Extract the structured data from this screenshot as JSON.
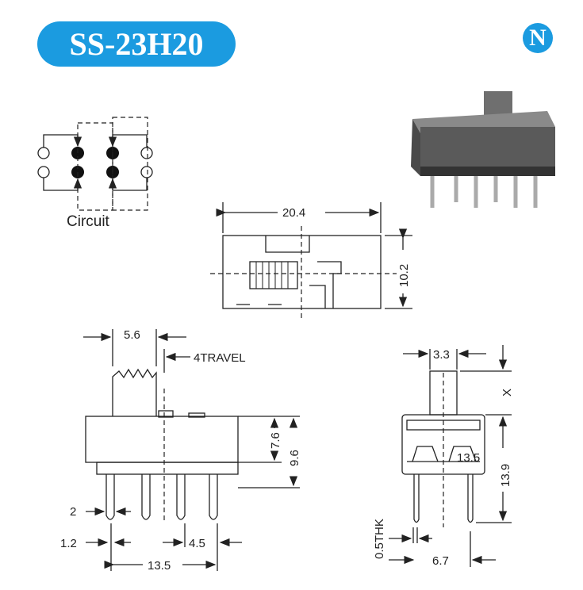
{
  "header": {
    "title": "SS-23H20",
    "logo_letter": "N",
    "accent_color": "#1b9be0"
  },
  "circuit": {
    "label": "Circuit"
  },
  "top_view": {
    "width_dim": "20.4",
    "height_dim": "10.2"
  },
  "side_view": {
    "actuator_dim": "5.6",
    "travel_label": "4TRAVEL",
    "body_height_dim": "7.6",
    "total_height_dim": "9.6",
    "pin_length_dim": "2",
    "pin_width_dim": "1.2",
    "pitch_dim": "4.5",
    "span_dim": "13.5"
  },
  "end_view": {
    "actuator_width_dim": "3.3",
    "actuator_height_label": "X",
    "height_dim": "13.9",
    "inner_dim": "13.5",
    "thickness_label": "0.5THK",
    "pin_span_dim": "6.7"
  }
}
